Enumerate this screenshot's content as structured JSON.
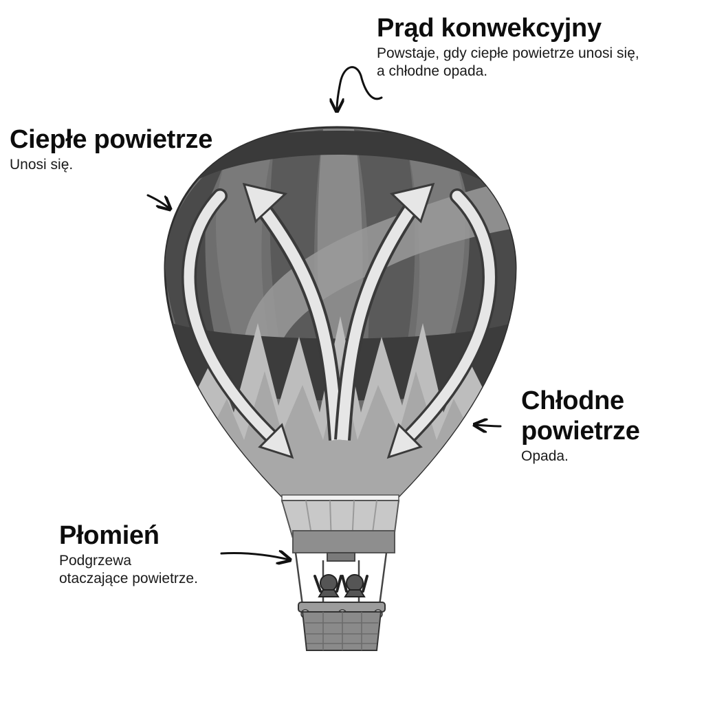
{
  "labels": {
    "convection": {
      "title": "Prąd konwekcyjny",
      "desc_line1": "Powstaje, gdy ciepłe powietrze unosi się,",
      "desc_line2": "a chłodne opada."
    },
    "warm_air": {
      "title": "Ciepłe powietrze",
      "desc": "Unosi się."
    },
    "cool_air": {
      "title_line1": "Chłodne",
      "title_line2": "powietrze",
      "desc": "Opada."
    },
    "flame": {
      "title": "Płomień",
      "desc_line1": "Podgrzewa",
      "desc_line2": "otaczające powietrze."
    }
  },
  "colors": {
    "envelope_dark": "#3a3a3a",
    "envelope_mid": "#6e6e6e",
    "envelope_light": "#9a9a9a",
    "flame_light": "#bdbdbd",
    "arrow_fill": "#e6e6e6",
    "pointer": "#111111"
  }
}
